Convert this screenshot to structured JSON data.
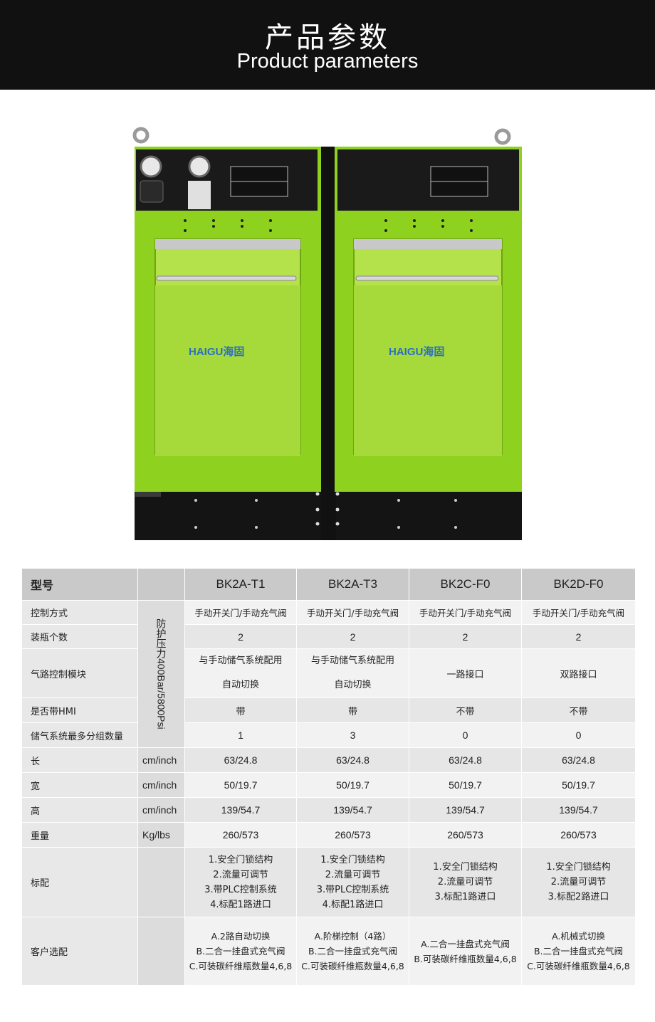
{
  "header": {
    "title_zh": "产品参数",
    "title_en": "Product parameters"
  },
  "product": {
    "brand": "HAIGU海固",
    "colors": {
      "body": "#8fd11f",
      "panel": "#1a1a1a",
      "logo": "#2a6fc4"
    }
  },
  "table": {
    "model_label": "型号",
    "models": [
      "BK2A-T1",
      "BK2A-T3",
      "BK2C-F0",
      "BK2D-F0"
    ],
    "pressure_note": "防护压力400Bar/5800Psi",
    "rows": {
      "control": {
        "label": "控制方式",
        "values": [
          "手动开关门/手动充气阀",
          "手动开关门/手动充气阀",
          "手动开关门/手动充气阀",
          "手动开关门/手动充气阀"
        ]
      },
      "bottles": {
        "label": "装瓶个数",
        "values": [
          "2",
          "2",
          "2",
          "2"
        ]
      },
      "airpath": {
        "label": "气路控制模块",
        "values": [
          [
            "与手动储气系统配用",
            "自动切换"
          ],
          [
            "与手动储气系统配用",
            "自动切换"
          ],
          [
            "一路接口"
          ],
          [
            "双路接口"
          ]
        ]
      },
      "hmi": {
        "label": "是否带HMI",
        "values": [
          "带",
          "带",
          "不带",
          "不带"
        ]
      },
      "groups": {
        "label": "储气系统最多分组数量",
        "values": [
          "1",
          "3",
          "0",
          "0"
        ]
      },
      "length": {
        "label": "长",
        "unit": "cm/inch",
        "values": [
          "63/24.8",
          "63/24.8",
          "63/24.8",
          "63/24.8"
        ]
      },
      "width": {
        "label": "宽",
        "unit": "cm/inch",
        "values": [
          "50/19.7",
          "50/19.7",
          "50/19.7",
          "50/19.7"
        ]
      },
      "height": {
        "label": "高",
        "unit": "cm/inch",
        "values": [
          "139/54.7",
          "139/54.7",
          "139/54.7",
          "139/54.7"
        ]
      },
      "weight": {
        "label": "重量",
        "unit": "Kg/lbs",
        "values": [
          "260/573",
          "260/573",
          "260/573",
          "260/573"
        ]
      },
      "standard": {
        "label": "标配",
        "values": [
          [
            "1.安全门锁结构",
            "2.流量可调节",
            "3.带PLC控制系统",
            "4.标配1路进口"
          ],
          [
            "1.安全门锁结构",
            "2.流量可调节",
            "3.带PLC控制系统",
            "4.标配1路进口"
          ],
          [
            "1.安全门锁结构",
            "2.流量可调节",
            "3.标配1路进口"
          ],
          [
            "1.安全门锁结构",
            "2.流量可调节",
            "3.标配2路进口"
          ]
        ]
      },
      "options": {
        "label": "客户选配",
        "values": [
          [
            "A.2路自动切换",
            "B.二合一挂盘式充气阀",
            "C.可装碳纤维瓶数量4,6,8"
          ],
          [
            "A.阶梯控制（4路）",
            "B.二合一挂盘式充气阀",
            "C.可装碳纤维瓶数量4,6,8"
          ],
          [
            "A.二合一挂盘式充气阀",
            "B.可装碳纤维瓶数量4,6,8"
          ],
          [
            "A.机械式切换",
            "B.二合一挂盘式充气阀",
            "C.可装碳纤维瓶数量4,6,8"
          ]
        ]
      }
    }
  }
}
